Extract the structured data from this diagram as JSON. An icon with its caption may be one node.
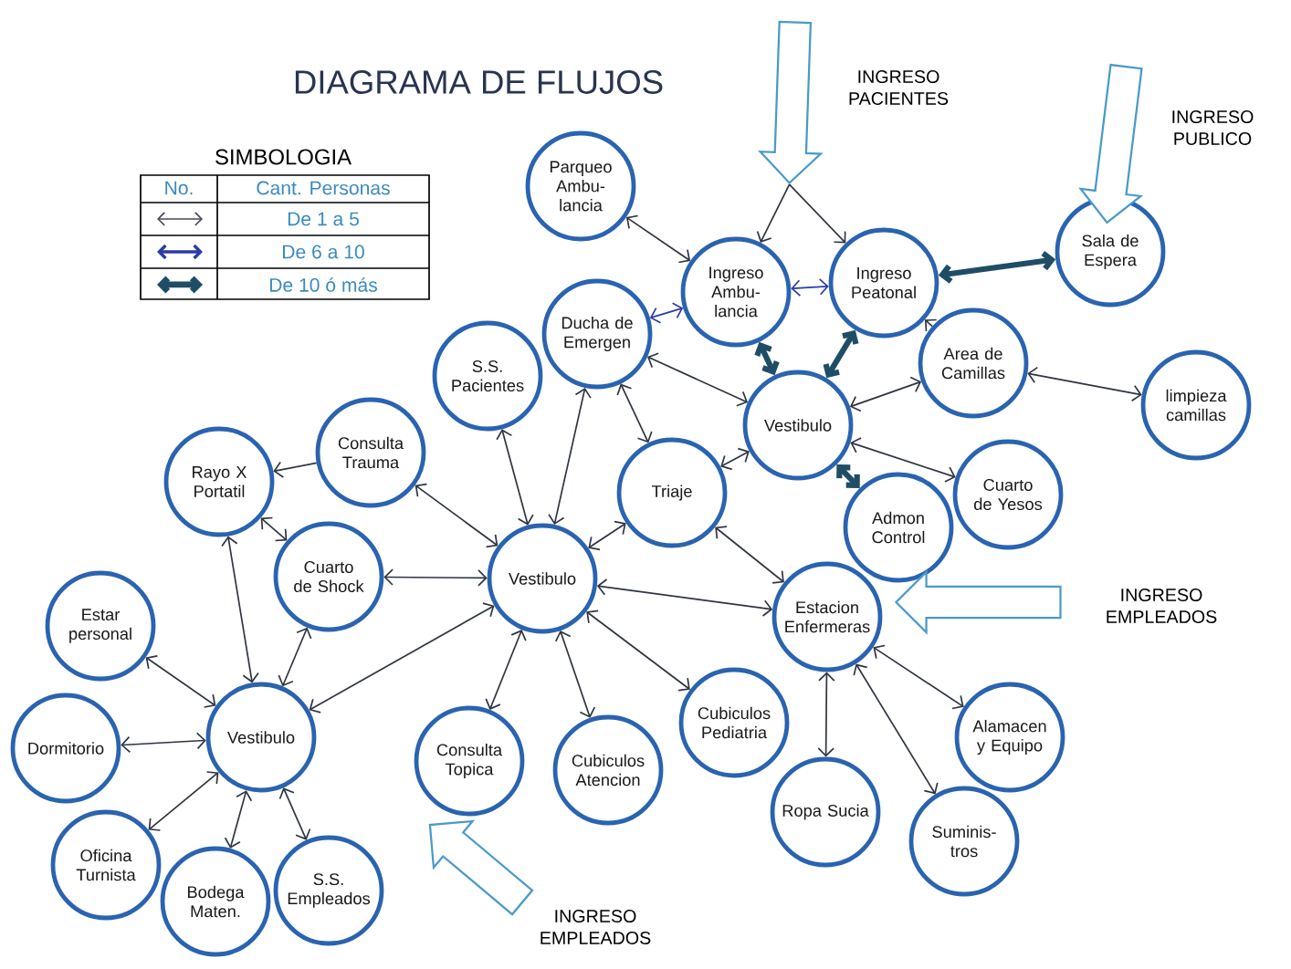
{
  "diagram": {
    "title": "DIAGRAMA DE FLUJOS",
    "nodes": [
      {
        "text": [
          "Parqueo Ambu-lancia"
        ]
      },
      {
        "text": [
          "Ingreso Ambu-lancia"
        ]
      },
      {
        "text": [
          "Ingreso Peatonal"
        ]
      },
      {
        "text": [
          "Sala de Espera"
        ]
      },
      {
        "text": [
          "Ducha de Emergen"
        ]
      },
      {
        "text": [
          "Area de Camillas"
        ]
      },
      {
        "text": [
          "limpieza camillas"
        ]
      },
      {
        "text": [
          "S.S. Pacientes"
        ]
      },
      {
        "text": [
          "Vestibulo"
        ]
      },
      {
        "text": [
          "Rayo X Portatil"
        ]
      },
      {
        "text": [
          "Consulta Trauma"
        ]
      },
      {
        "text": [
          "Triaje"
        ]
      },
      {
        "text": [
          "Admon Control"
        ]
      },
      {
        "text": [
          "Cuarto de Yesos"
        ]
      },
      {
        "text": [
          "Cuarto de Shock"
        ]
      },
      {
        "text": [
          "Vestibulo"
        ]
      },
      {
        "text": [
          "Estacion Enfermeras"
        ]
      },
      {
        "text": [
          "Estar personal"
        ]
      },
      {
        "text": [
          "Vestibulo"
        ]
      },
      {
        "text": [
          "Dormitorio"
        ]
      },
      {
        "text": [
          "Consulta Topica"
        ]
      },
      {
        "text": [
          "Cubiculos Atencion"
        ]
      },
      {
        "text": [
          "Cubiculos Pediatria"
        ]
      },
      {
        "text": [
          "Alamacen y Equipo"
        ]
      },
      {
        "text": [
          "Oficina Turnista"
        ]
      },
      {
        "text": [
          "Bodega Maten."
        ]
      },
      {
        "text": [
          "S.S. Empleados"
        ]
      },
      {
        "text": [
          "Ropa Sucia"
        ]
      },
      {
        "text": [
          "Suminis-tros"
        ]
      },
      {
        "text": [],
        "shape": "arrow",
        "beside": [
          "INGRESO PACIENTES"
        ]
      },
      {
        "text": [],
        "shape": "arrow",
        "beside": [
          "INGRESO PUBLICO"
        ]
      },
      {
        "text": [],
        "shape": "arrow",
        "beside": [
          "INGRESO EMPLEADOS"
        ]
      },
      {
        "text": [],
        "shape": "arrow",
        "beside": [
          "INGRESO EMPLEADOS"
        ]
      }
    ],
    "edges": [
      {
        "from": 29,
        "to": 1,
        "arrow": "to"
      },
      {
        "from": 29,
        "to": 2,
        "arrow": "to"
      },
      {
        "from": 0,
        "to": 1,
        "arrow": "both"
      },
      {
        "from": 1,
        "to": 2,
        "arrow": "both",
        "color": "#2b3aa8"
      },
      {
        "from": 4,
        "to": 1,
        "arrow": "both",
        "color": "#2b3aa8"
      },
      {
        "from": 2,
        "to": 3,
        "arrow": "both",
        "style": "thick",
        "color": "#1f4d66"
      },
      {
        "from": 8,
        "to": 1,
        "arrow": "both",
        "style": "thick",
        "color": "#1f4d66"
      },
      {
        "from": 8,
        "to": 2,
        "arrow": "both",
        "style": "thick",
        "color": "#1f4d66"
      },
      {
        "from": 5,
        "to": 2,
        "arrow": "to"
      },
      {
        "from": 8,
        "to": 5,
        "arrow": "both"
      },
      {
        "from": 5,
        "to": 6,
        "arrow": "both"
      },
      {
        "from": 8,
        "to": 4,
        "arrow": "both"
      },
      {
        "from": 8,
        "to": 11,
        "arrow": "both"
      },
      {
        "from": 8,
        "to": 12,
        "arrow": "both",
        "style": "thick",
        "color": "#1f4d66"
      },
      {
        "from": 8,
        "to": 13,
        "arrow": "both"
      },
      {
        "from": 15,
        "to": 4,
        "arrow": "both"
      },
      {
        "from": 11,
        "to": 4,
        "arrow": "both"
      },
      {
        "from": 15,
        "to": 7,
        "arrow": "both"
      },
      {
        "from": 15,
        "to": 10,
        "arrow": "both"
      },
      {
        "from": 15,
        "to": 14,
        "arrow": "both"
      },
      {
        "from": 15,
        "to": 11,
        "arrow": "both"
      },
      {
        "from": 15,
        "to": 16,
        "arrow": "both"
      },
      {
        "from": 15,
        "to": 20,
        "arrow": "both"
      },
      {
        "from": 15,
        "to": 21,
        "arrow": "both"
      },
      {
        "from": 15,
        "to": 22,
        "arrow": "both"
      },
      {
        "from": 15,
        "to": 18,
        "arrow": "both"
      },
      {
        "from": 11,
        "to": 16,
        "arrow": "both"
      },
      {
        "from": 16,
        "to": 23,
        "arrow": "both"
      },
      {
        "from": 16,
        "to": 27,
        "arrow": "both"
      },
      {
        "from": 16,
        "to": 28,
        "arrow": "both"
      },
      {
        "from": 10,
        "to": 9,
        "arrow": "to"
      },
      {
        "from": 9,
        "to": 14,
        "arrow": "both"
      },
      {
        "from": 18,
        "to": 9,
        "arrow": "both"
      },
      {
        "from": 18,
        "to": 14,
        "arrow": "both"
      },
      {
        "from": 18,
        "to": 17,
        "arrow": "both"
      },
      {
        "from": 18,
        "to": 19,
        "arrow": "both"
      },
      {
        "from": 18,
        "to": 24,
        "arrow": "both"
      },
      {
        "from": 18,
        "to": 25,
        "arrow": "both"
      },
      {
        "from": 18,
        "to": 26,
        "arrow": "both"
      }
    ],
    "labels": [
      "SIMBOLOGIA",
      "No.",
      "Cant. Personas"
    ],
    "legend": [
      {
        "text": "De 1 a 5"
      },
      {
        "text": "De 6 a 10"
      },
      {
        "text": "De 10 ó más"
      }
    ]
  }
}
